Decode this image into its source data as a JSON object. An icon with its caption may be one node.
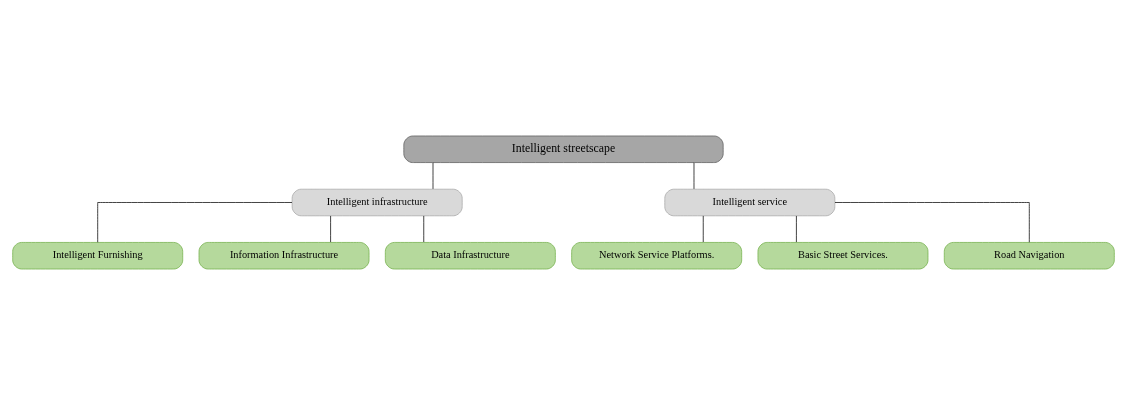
{
  "diagram": {
    "nodes": [
      {
        "text": [
          "Intelligent streetscape"
        ]
      },
      {
        "text": [
          "Intelligent infrastructure"
        ]
      },
      {
        "text": [
          "Intelligent service"
        ]
      },
      {
        "text": [
          "Intelligent Furnishing"
        ]
      },
      {
        "text": [
          "Information Infrastructure"
        ]
      },
      {
        "text": [
          "Data Infrastructure"
        ]
      },
      {
        "text": [
          "Network Service Platforms."
        ]
      },
      {
        "text": [
          "Basic Street Services."
        ]
      },
      {
        "text": [
          "Road Navigation"
        ]
      }
    ],
    "edges": [
      {
        "from": 0,
        "to": 1,
        "arrow": "none"
      },
      {
        "from": 0,
        "to": 2,
        "arrow": "none"
      },
      {
        "from": 1,
        "to": 3,
        "arrow": "none"
      },
      {
        "from": 1,
        "to": 4,
        "arrow": "none"
      },
      {
        "from": 1,
        "to": 5,
        "arrow": "none"
      },
      {
        "from": 2,
        "to": 6,
        "arrow": "none"
      },
      {
        "from": 2,
        "to": 7,
        "arrow": "none"
      },
      {
        "from": 2,
        "to": 8,
        "arrow": "none"
      }
    ]
  }
}
